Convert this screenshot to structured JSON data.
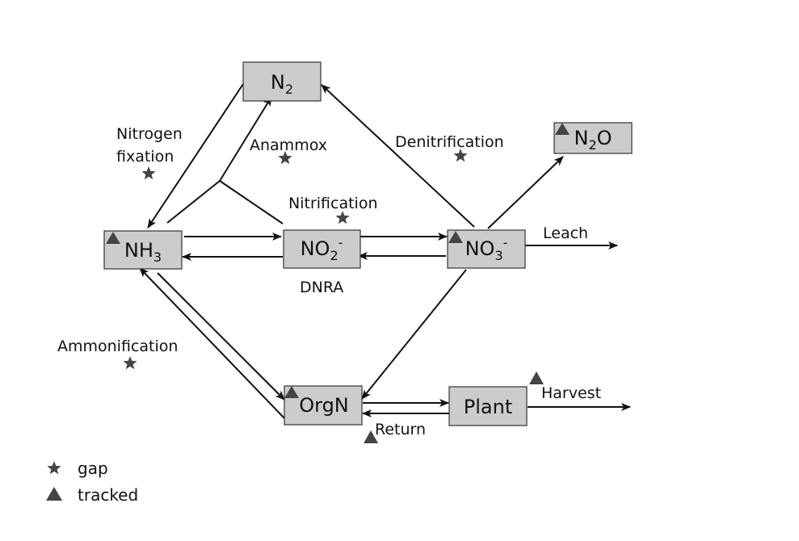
{
  "nodes": {
    "n2": {
      "base": "N",
      "sub": "2",
      "sup": "",
      "tail": ""
    },
    "n2o": {
      "base": "N",
      "sub": "2",
      "sup": "",
      "tail": "O"
    },
    "nh3": {
      "base": "NH",
      "sub": "3",
      "sup": "",
      "tail": ""
    },
    "no2": {
      "base": "NO",
      "sub": "2",
      "sup": "-",
      "tail": ""
    },
    "no3": {
      "base": "NO",
      "sub": "3",
      "sup": "-",
      "tail": ""
    },
    "orgn": {
      "base": "OrgN",
      "sub": "",
      "sup": "",
      "tail": ""
    },
    "plant": {
      "base": "Plant",
      "sub": "",
      "sup": "",
      "tail": ""
    }
  },
  "labels": {
    "nitrogen_fixation_1": "Nitrogen",
    "nitrogen_fixation_2": "fixation",
    "anammox": "Anammox",
    "denitrification": "Denitrification",
    "nitrification": "Nitrification",
    "leach": "Leach",
    "dnra": "DNRA",
    "ammonification": "Ammonification",
    "harvest": "Harvest",
    "return": "Return"
  },
  "legend": {
    "gap": "gap",
    "tracked": "tracked"
  },
  "colors": {
    "node_fill": "#cccccc",
    "marker": "#444444",
    "line": "#111111"
  },
  "icons": {
    "gap": "star-icon",
    "tracked": "triangle-icon"
  }
}
